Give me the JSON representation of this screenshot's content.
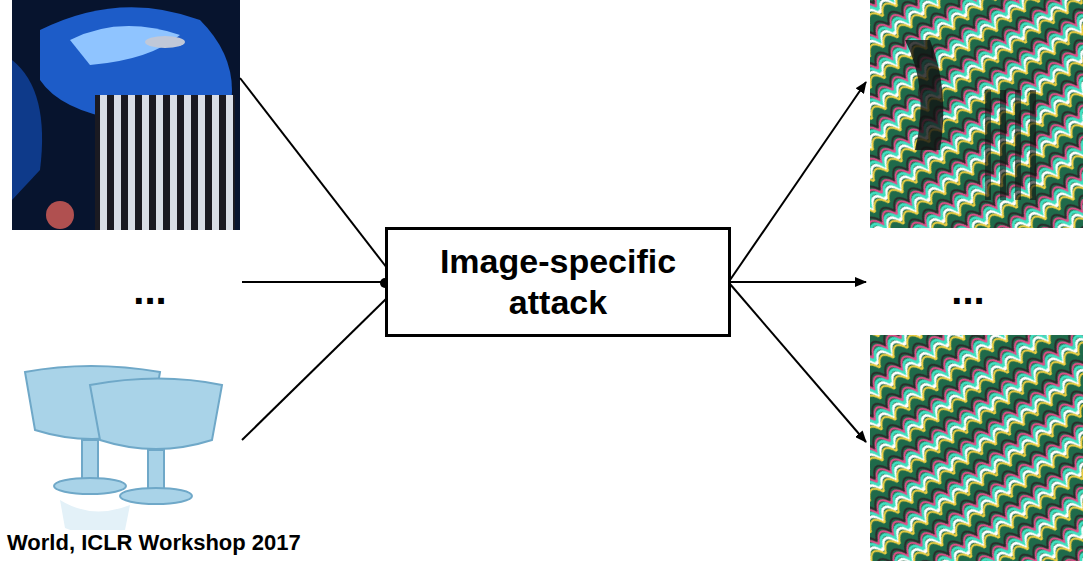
{
  "diagram": {
    "nodes": [
      {
        "text": [
          "Image-specific attack"
        ]
      }
    ],
    "labels": [
      "...",
      "...",
      "World, ICLR Workshop 2017"
    ]
  }
}
